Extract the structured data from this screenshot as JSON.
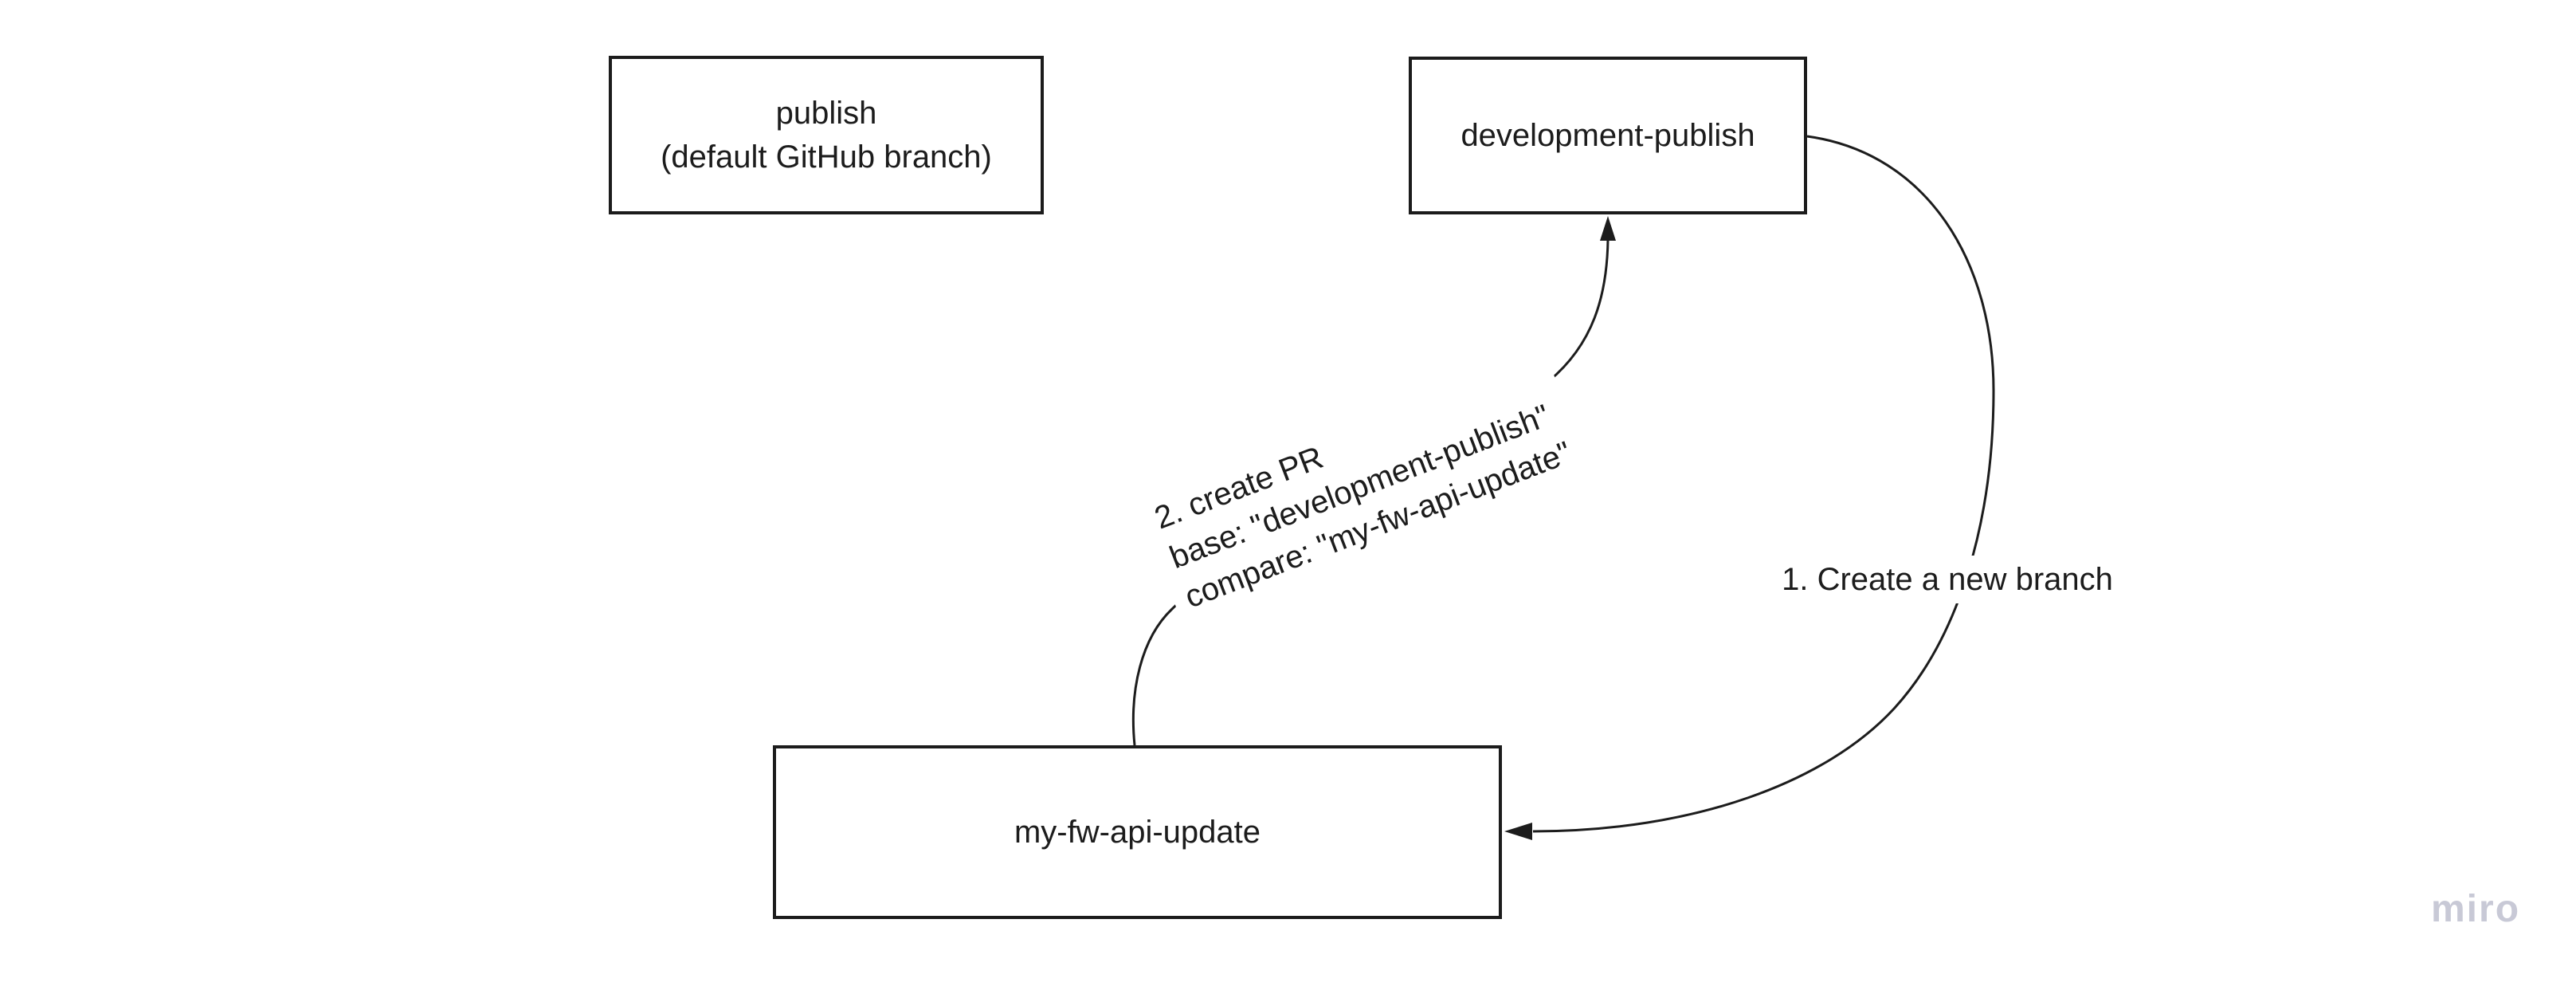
{
  "canvas": {
    "background": "#ffffff",
    "stroke_color": "#1c1c1c",
    "text_color": "#1c1c1c"
  },
  "boxes": [
    {
      "id": "publish",
      "lines": [
        "publish",
        "(default GitHub branch)"
      ]
    },
    {
      "id": "development-publish",
      "lines": [
        "development-publish"
      ]
    },
    {
      "id": "my-fw-api-update",
      "lines": [
        "my-fw-api-update"
      ]
    }
  ],
  "connectors": [
    {
      "id": "create-branch",
      "from": "development-publish",
      "to": "my-fw-api-update",
      "label": "1. Create a new branch"
    },
    {
      "id": "create-pr",
      "from": "my-fw-api-update",
      "to": "development-publish",
      "label_lines": [
        "2. create PR",
        "base: \"development-publish\"",
        "compare: \"my-fw-api-update\""
      ]
    }
  ],
  "watermark": {
    "text": "miro",
    "color": "#c8c9d6"
  }
}
